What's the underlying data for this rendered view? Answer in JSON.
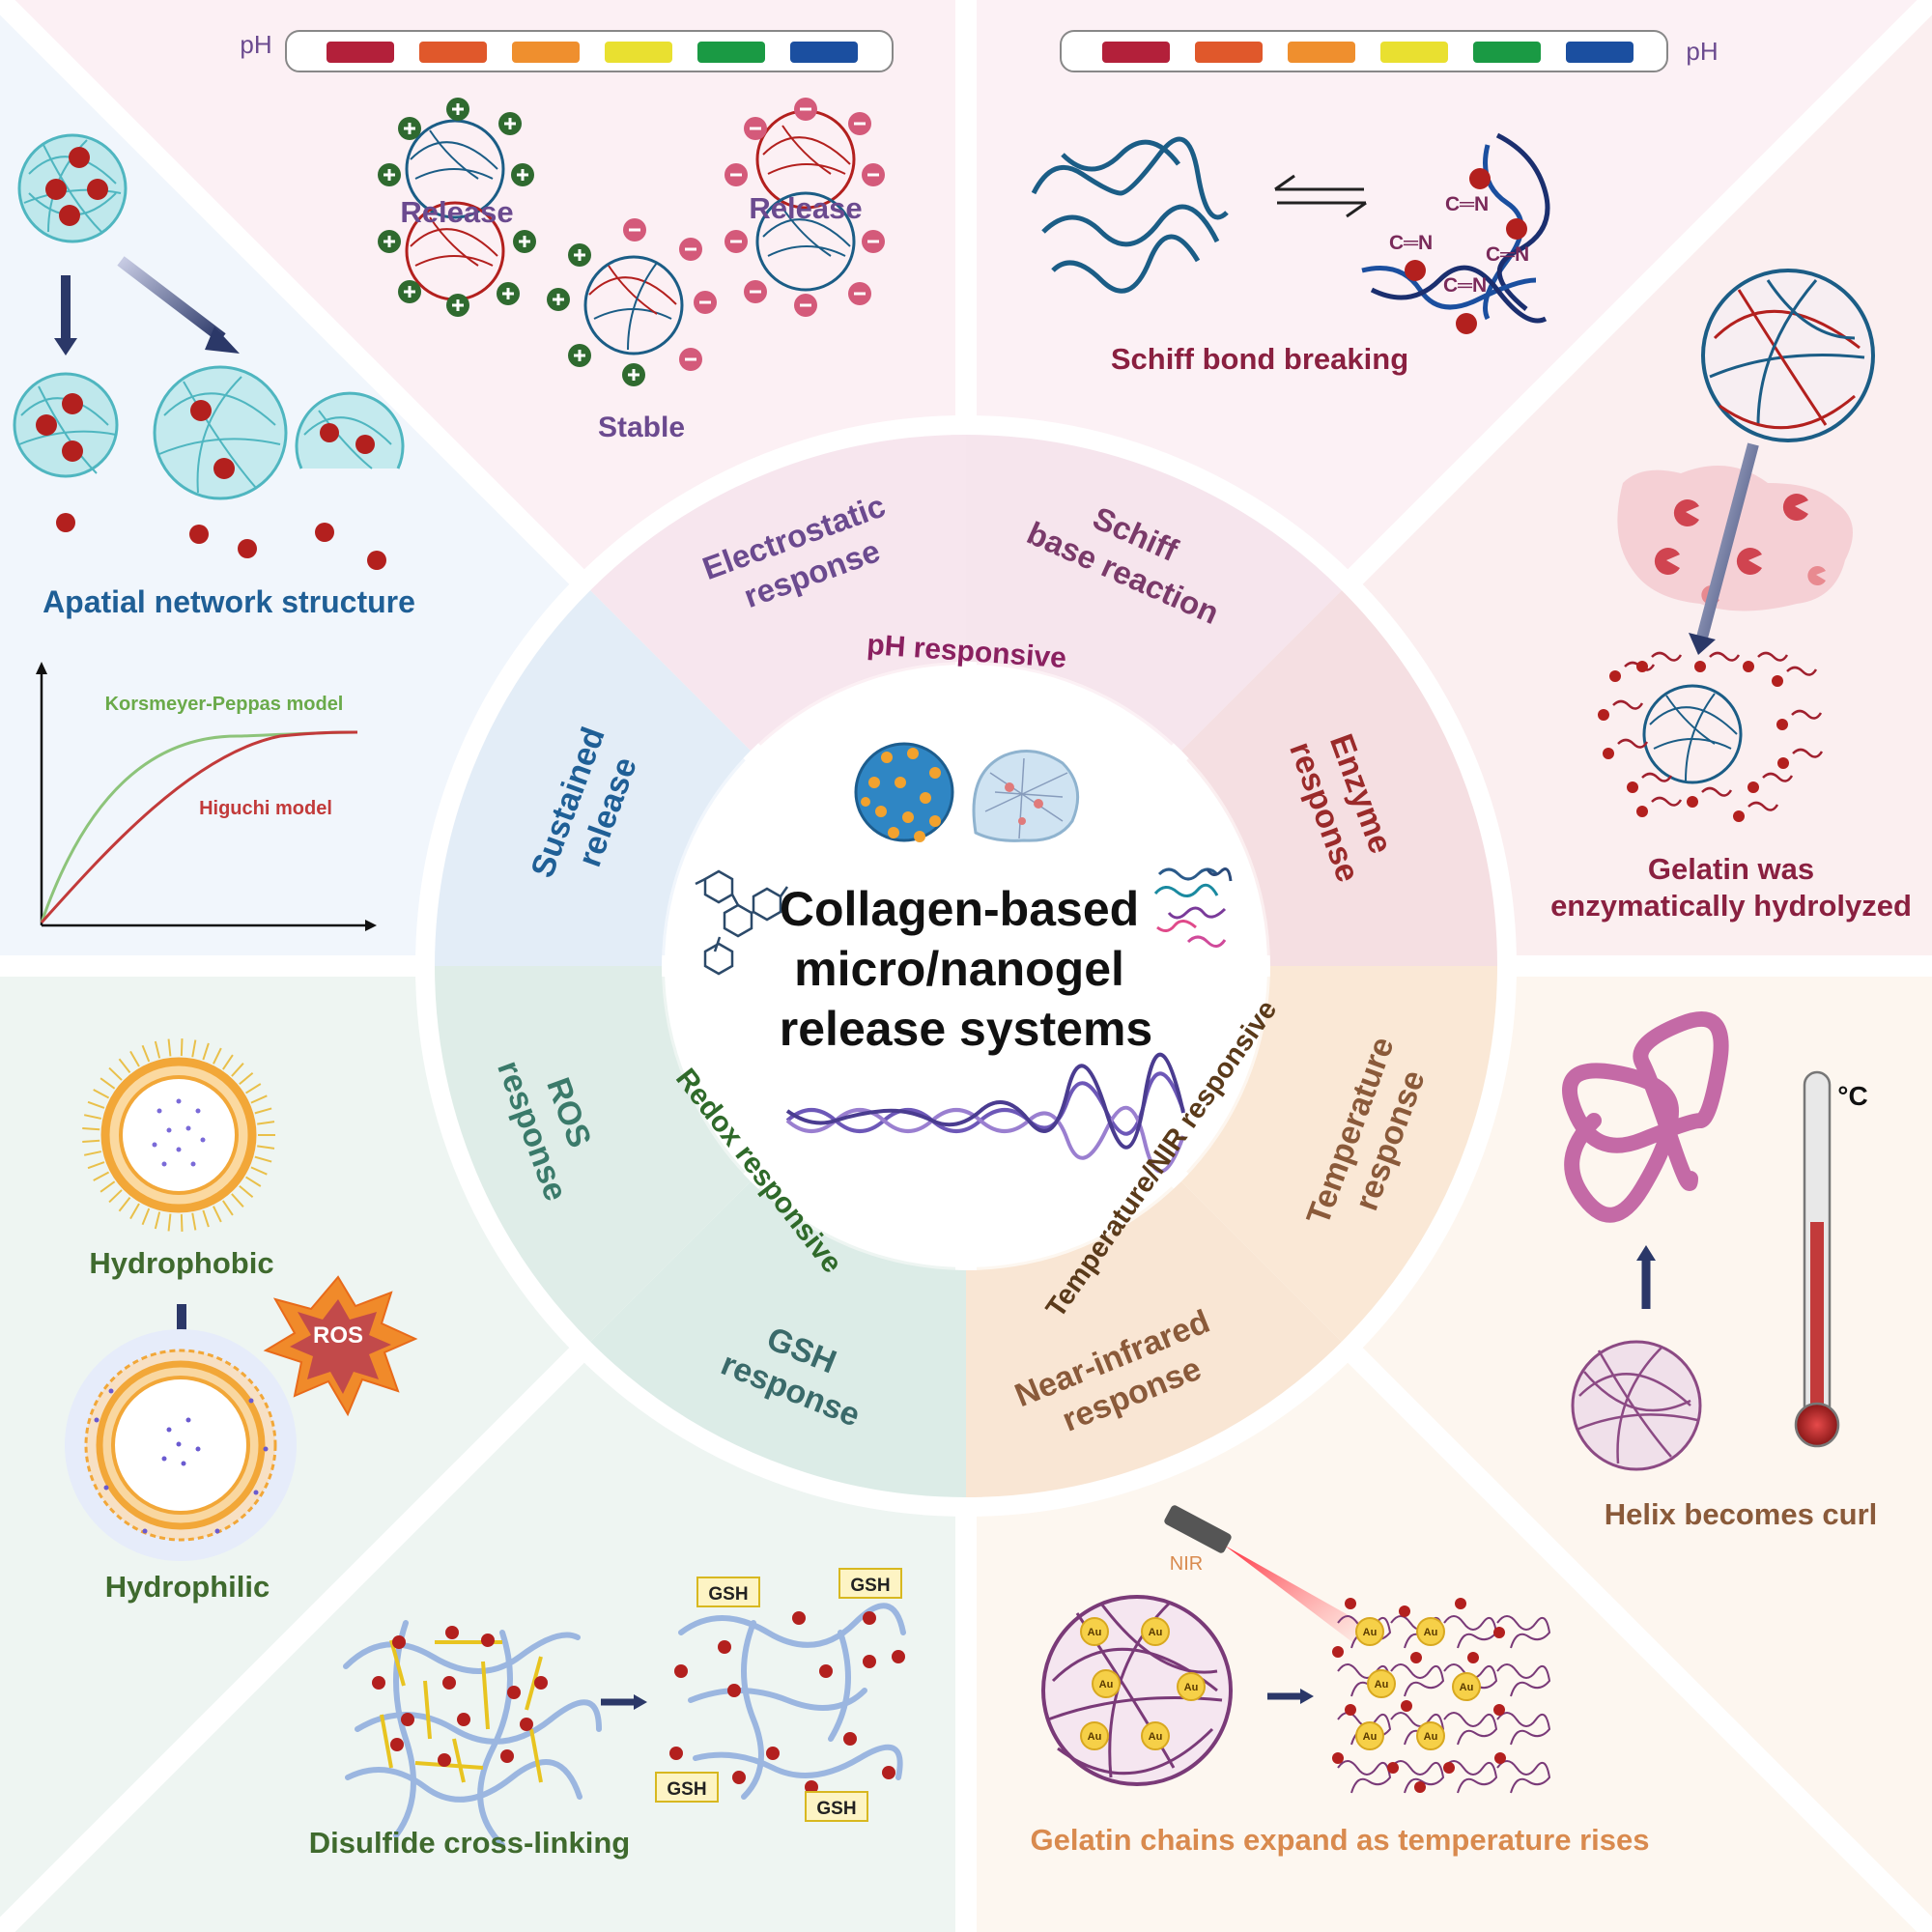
{
  "center": {
    "title_lines": [
      "Collagen-based",
      "micro/nanogel",
      "release systems"
    ]
  },
  "ring": {
    "outer": {
      "electrostatic": [
        "Electrostatic",
        "response"
      ],
      "schiff": [
        "Schiff",
        "base reaction"
      ],
      "enzyme": [
        "Enzyme",
        "response"
      ],
      "temperature": [
        "Temperature",
        "response"
      ],
      "nir": [
        "Near-infrared",
        "response"
      ],
      "gsh": [
        "GSH",
        "response"
      ],
      "ros": [
        "ROS",
        "response"
      ],
      "sustained": [
        "Sustained",
        "release"
      ]
    },
    "inner": {
      "ph": "pH responsive",
      "temp_nir": "Temperature/NIR responsive",
      "redox": "Redox responsive"
    }
  },
  "panels": {
    "spatial": {
      "title": "Apatial network structure",
      "model_1": "Korsmeyer-Peppas model",
      "model_2": "Higuchi model"
    },
    "electrostatic": {
      "ph_label": "pH",
      "release_1": "Release",
      "release_2": "Release",
      "stable": "Stable"
    },
    "schiff": {
      "ph_label": "pH",
      "caption": "Schiff bond breaking",
      "bond_label": "C═N"
    },
    "enzyme": {
      "caption_line1": "Gelatin was",
      "caption_line2": "enzymatically hydrolyzed"
    },
    "temperature": {
      "unit": "°C",
      "caption": "Helix becomes curl"
    },
    "nir": {
      "laser_label": "NIR",
      "au_label": "Au",
      "caption": "Gelatin chains expand as temperature rises"
    },
    "gsh": {
      "tag": "GSH",
      "caption": "Disulfide cross-linking"
    },
    "ros": {
      "top_label": "Hydrophobic",
      "burst_label": "ROS",
      "bottom_label": "Hydrophilic"
    }
  },
  "colors": {
    "ph_scale": [
      "#b3203a",
      "#e0582b",
      "#ef8f2e",
      "#e9e030",
      "#1a9a44",
      "#1b4fa0"
    ],
    "blue_title": "#1f5f96",
    "purple_text": "#6b4a8f",
    "maroon_text": "#8a2040",
    "green_text": "#3f6a2e",
    "brown_text": "#8a5a3a",
    "orange_text": "#d98a4e"
  }
}
